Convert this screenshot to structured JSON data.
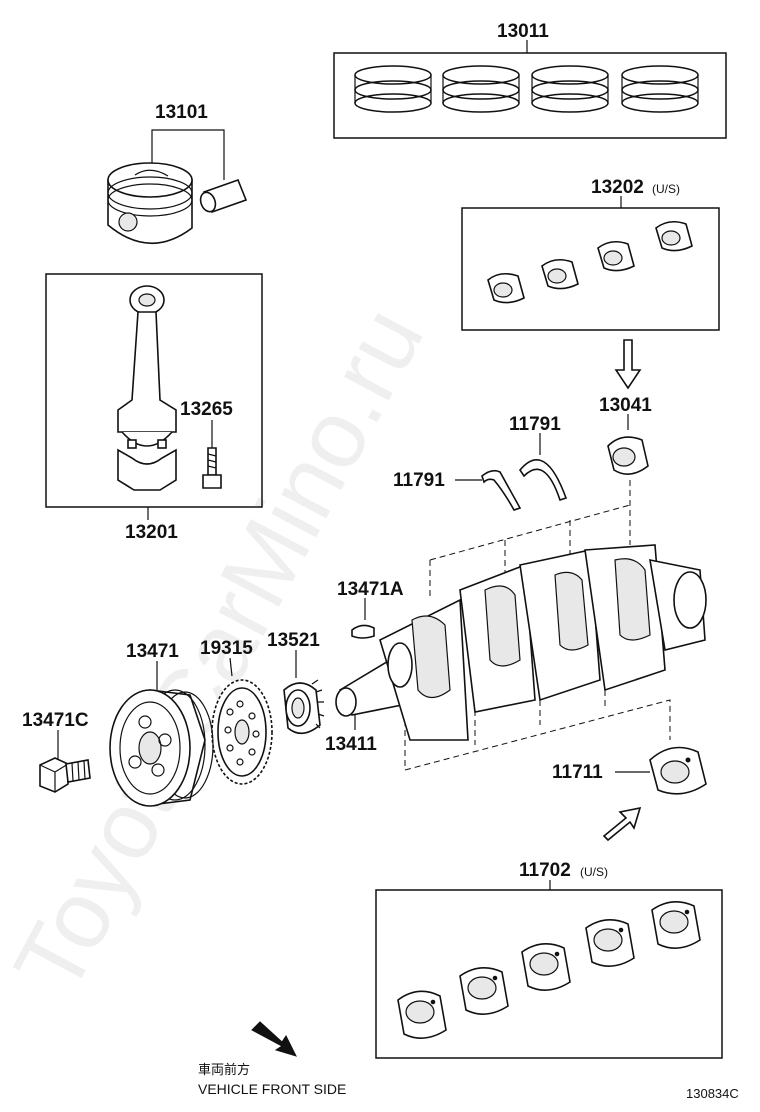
{
  "watermark": "ToyotaCarMino.ru",
  "labels": {
    "piston_rings": "13011",
    "piston": "13101",
    "conrod_bearing": "13202",
    "conrod_bearing_us": "(U/S)",
    "bolt": "13265",
    "conrod": "13201",
    "bearing_13041": "13041",
    "thrust_washer_upper": "11791",
    "thrust_washer_lower": "11791",
    "key": "13471A",
    "pulley": "13471",
    "timing_gear": "19315",
    "crank_gear": "13521",
    "pulley_bolt": "13471C",
    "crankshaft": "13411",
    "main_bearing": "11711",
    "main_bearing_set": "11702",
    "main_bearing_set_us": "(U/S)"
  },
  "footer": {
    "japanese": "車両前方",
    "english": "VEHICLE FRONT SIDE",
    "ref_code": "130834C"
  }
}
